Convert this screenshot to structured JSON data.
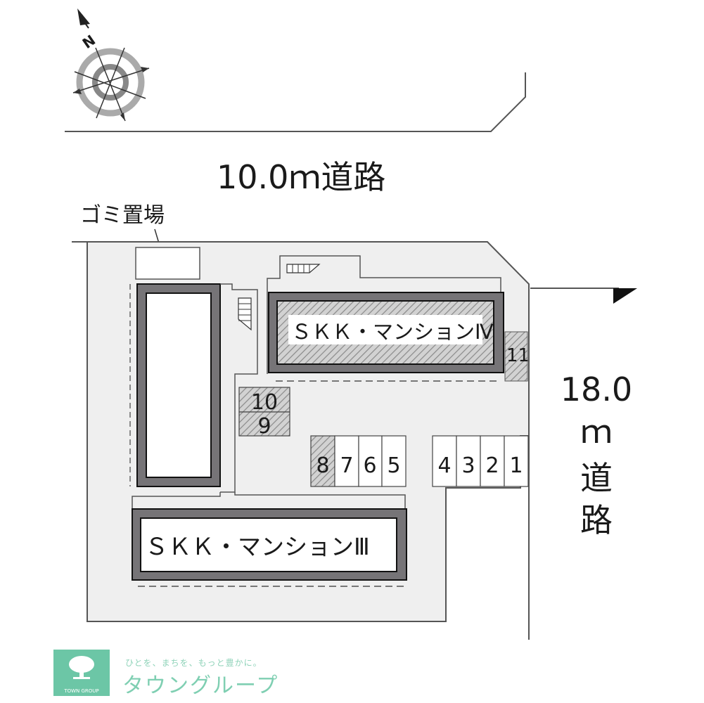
{
  "map": {
    "type": "parking-site-plan",
    "roads": {
      "north": {
        "label": "10.0ｍ道路",
        "width_m": 10.0
      },
      "east": {
        "label_lines": [
          "18.0",
          "ｍ",
          "道",
          "路"
        ],
        "width_m": 18.0
      }
    },
    "garbage_area": {
      "label": "ゴミ置場"
    },
    "buildings": [
      {
        "id": "skk-mansion-iv",
        "label": "ＳＫＫ・マンションⅣ"
      },
      {
        "id": "skk-mansion-iii",
        "label": "ＳＫＫ・マンションⅢ"
      },
      {
        "id": "west-building",
        "label": ""
      }
    ],
    "parking_spaces": [
      {
        "number": "1",
        "status": "available"
      },
      {
        "number": "2",
        "status": "available"
      },
      {
        "number": "3",
        "status": "available"
      },
      {
        "number": "4",
        "status": "available"
      },
      {
        "number": "5",
        "status": "available"
      },
      {
        "number": "6",
        "status": "available"
      },
      {
        "number": "7",
        "status": "available"
      },
      {
        "number": "8",
        "status": "occupied"
      },
      {
        "number": "9",
        "status": "occupied"
      },
      {
        "number": "10",
        "status": "occupied"
      },
      {
        "number": "11",
        "status": "occupied"
      }
    ],
    "compass": {
      "label": "N",
      "icon": "compass-rose-icon"
    },
    "entrance_arrow": {
      "icon": "arrow-right-icon"
    },
    "colors": {
      "site_fill": "#efefef",
      "building_border": "#767477",
      "outline": "#333333",
      "hatch": "#8a8a8a",
      "brand": "#6cc6a6"
    }
  },
  "footer": {
    "logo_text": "TOWN GROUP",
    "tagline": "ひとを、まちを、もっと豊かに。",
    "brand_name": "タウングループ"
  }
}
